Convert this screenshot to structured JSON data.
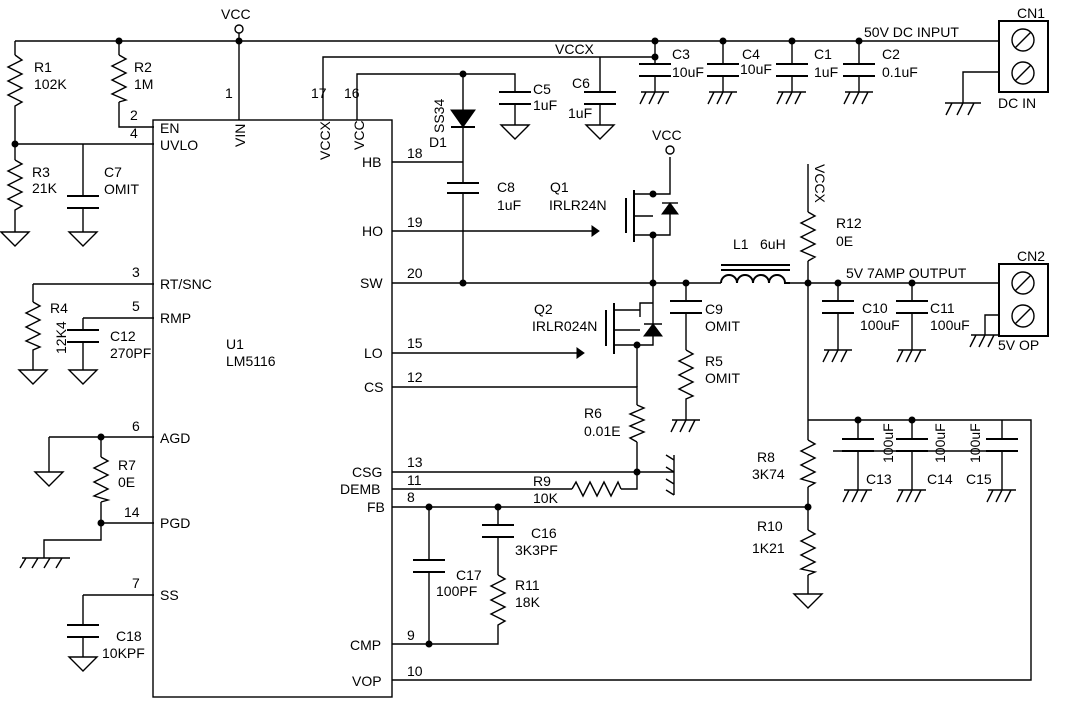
{
  "ic": {
    "ref": "U1",
    "part": "LM5116",
    "pins": {
      "vin": {
        "num": "1",
        "name": "VIN"
      },
      "en": {
        "num": "2",
        "name": "EN"
      },
      "uvlo": {
        "num": "4",
        "name": "UVLO"
      },
      "vccx": {
        "num": "17",
        "name": "VCCX"
      },
      "vcc": {
        "num": "16",
        "name": "VCC"
      },
      "hb": {
        "num": "18",
        "name": "HB"
      },
      "ho": {
        "num": "19",
        "name": "HO"
      },
      "sw": {
        "num": "20",
        "name": "SW"
      },
      "rt": {
        "num": "3",
        "name": "RT/SNC"
      },
      "rmp": {
        "num": "5",
        "name": "RMP"
      },
      "lo": {
        "num": "15",
        "name": "LO"
      },
      "cs": {
        "num": "12",
        "name": "CS"
      },
      "agd": {
        "num": "6",
        "name": "AGD"
      },
      "csg": {
        "num": "13",
        "name": "CSG"
      },
      "demb": {
        "num": "11",
        "name": "DEMB"
      },
      "fb": {
        "num": "8",
        "name": "FB"
      },
      "pgd": {
        "num": "14",
        "name": "PGD"
      },
      "ss": {
        "num": "7",
        "name": "SS"
      },
      "cmp": {
        "num": "9",
        "name": "CMP"
      },
      "vop": {
        "num": "10",
        "name": "VOP"
      }
    }
  },
  "nets": {
    "vcc_top": "VCC",
    "vcc_q1": "VCC",
    "vccx_rail": "VCCX",
    "vccx_r12": "VCCX",
    "input": "50V DC INPUT",
    "output": "5V  7AMP OUTPUT"
  },
  "connectors": {
    "cn1": {
      "ref": "CN1",
      "label": "DC IN"
    },
    "cn2": {
      "ref": "CN2",
      "label": "5V OP"
    }
  },
  "components": {
    "r1": {
      "ref": "R1",
      "value": "102K"
    },
    "r2": {
      "ref": "R2",
      "value": "1M"
    },
    "r3": {
      "ref": "R3",
      "value": "21K"
    },
    "c7": {
      "ref": "C7",
      "value": "OMIT"
    },
    "r4": {
      "ref": "R4",
      "value": "12K4"
    },
    "c12": {
      "ref": "C12",
      "value": "270PF"
    },
    "r7": {
      "ref": "R7",
      "value": "0E"
    },
    "c18": {
      "ref": "C18",
      "value": "10KPF"
    },
    "d1": {
      "ref": "D1",
      "value": "SS34"
    },
    "c5": {
      "ref": "C5",
      "value": "1uF"
    },
    "c6": {
      "ref": "C6",
      "value": "1uF"
    },
    "c3": {
      "ref": "C3",
      "value": "10uF"
    },
    "c4": {
      "ref": "C4",
      "value": "10uF"
    },
    "c1": {
      "ref": "C1",
      "value": "1uF"
    },
    "c2": {
      "ref": "C2",
      "value": "0.1uF"
    },
    "c8": {
      "ref": "C8",
      "value": "1uF"
    },
    "q1": {
      "ref": "Q1",
      "value": "IRLR24N"
    },
    "q2": {
      "ref": "Q2",
      "value": "IRLR024N"
    },
    "l1": {
      "ref": "L1",
      "value": "6uH"
    },
    "c9": {
      "ref": "C9",
      "value": "OMIT"
    },
    "r5": {
      "ref": "R5",
      "value": "OMIT"
    },
    "r6": {
      "ref": "R6",
      "value": "0.01E"
    },
    "r9": {
      "ref": "R9",
      "value": "10K"
    },
    "c16": {
      "ref": "C16",
      "value": "3K3PF"
    },
    "c17": {
      "ref": "C17",
      "value": "100PF"
    },
    "r11": {
      "ref": "R11",
      "value": "18K"
    },
    "r12": {
      "ref": "R12",
      "value": "0E"
    },
    "c10": {
      "ref": "C10",
      "value": "100uF"
    },
    "c11": {
      "ref": "C11",
      "value": "100uF"
    },
    "r8": {
      "ref": "R8",
      "value": "3K74"
    },
    "r10": {
      "ref": "R10",
      "value": "1K21"
    },
    "c13": {
      "ref": "C13",
      "value": "100uF"
    },
    "c14": {
      "ref": "C14",
      "value": "100uF"
    },
    "c15": {
      "ref": "C15",
      "value": "100uF"
    }
  }
}
